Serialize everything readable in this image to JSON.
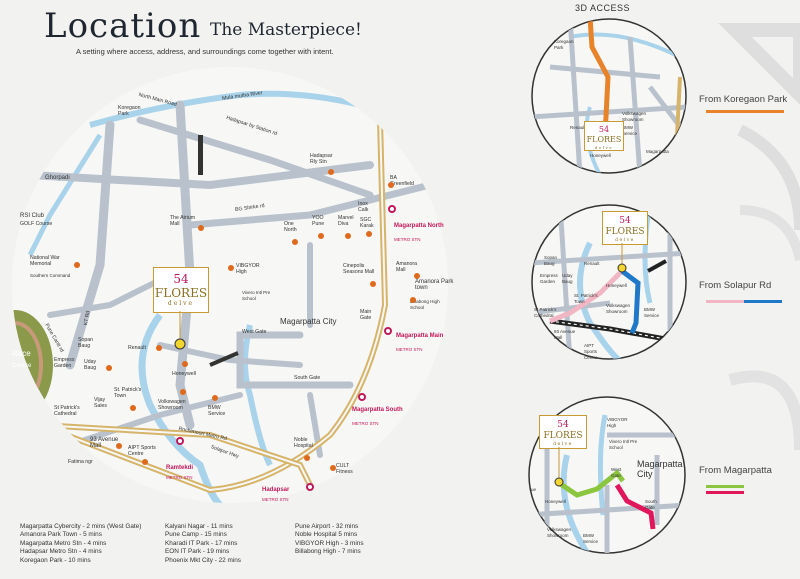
{
  "header": {
    "title": "Location",
    "subtitle": "The Masterpiece!",
    "tagline": "A setting where access, address, and surroundings come together with intent."
  },
  "project": {
    "number": "54",
    "name": "FLORES",
    "sub": "delve"
  },
  "map_labels": {
    "mula_mutha": "Mula mutha River",
    "koregaon": "Koregaon Park",
    "north_main": "North Main Road",
    "hadapsar_bypass": "Hadapsar by Station rd",
    "hadapsar_rly": "Hadapsar Rly Stn",
    "ghorpadi": "Ghorpadi",
    "ba_green": "BA Greenfield",
    "rsi": "RSI Club",
    "golf": "GOLF Course",
    "atrium": "The Atrium Mall",
    "bg_shirke": "BG Shirke rd",
    "one_north": "One North",
    "yoo_pune": "YOO Pune",
    "marvel": "Marvel Diva",
    "inox": "Inox Calk",
    "sgc": "SGC Karak",
    "mag_north": "Magarpatta North",
    "mag_north_sub": "METRO STN",
    "national_war": "National War Memorial",
    "southern_cmd": "Southern Command",
    "vibgyor": "VIBGYOR High",
    "vivero": "Vivero Intl Pre School",
    "magarpatta_city": "Magarpatta City",
    "west_gate": "West Gate",
    "main_gate": "Main Gate",
    "cinepolis": "Cinepolis Seasons Mall",
    "amanora_mall": "Amanora Mall",
    "amanora_pt": "Amanora Park town",
    "billabong": "Billabong High School",
    "mag_main": "Magarpatta Main",
    "mag_main_sub": "METRO STN",
    "race": "Race",
    "course": "Course",
    "sopan": "Sopan Baug",
    "empress": "Empress Garden",
    "uday": "Uday Baug",
    "renault": "Renault",
    "honeywell": "Honeywell",
    "st_patricks_town": "St. Patrick's Town",
    "volkswagen": "Volkswagen Showroom",
    "bmw": "BMW Service",
    "south_gate": "South Gate",
    "st_patricks_cath": "St Patrick's Cathedral",
    "vijay": "Vijay Sales",
    "avenue93": "93 Avenue Mall",
    "fatima": "Fatima ngr",
    "aipt": "AIPT Sports Centre",
    "ramtekdi": "Ramtekdi",
    "ramtekdi_sub": "METRO STN",
    "noble": "Noble Hospital",
    "mag_south": "Magarpatta South",
    "mag_south_sub": "METRO STN",
    "cult": "CULT Fitness",
    "hadapsar_metro": "Hadapsar",
    "hadapsar_metro_sub": "METRO STN",
    "solapur_hwy": "Solapur Hwy",
    "rtl": "Rnchimoort Metro Rd",
    "kt_rd": "KT Rd",
    "pune_cantt": "Pune Cantt rd"
  },
  "legend": {
    "col1": [
      "Magarpatta Cybercity - 2 mins (West Gate)",
      "Amanora Park Town - 5 mins",
      "Magarpatta Metro Stn - 4 mins",
      "Hadapsar Metro Stn - 4 mins",
      "Koregaon Park - 10 mins"
    ],
    "col2": [
      "Kalyani Nagar - 11 mins",
      "Pune Camp - 15 mins",
      "Kharadi IT Park - 17 mins",
      "EON IT Park - 19 mins",
      "Phoenix Mkt City - 22 mins"
    ],
    "col3": [
      "Pune Airport - 32 mins",
      "Noble Hospital 5 mins",
      "VIBGYOR High - 3 mins",
      "Billabong High - 7 mins"
    ]
  },
  "access": {
    "title": "3D ACCESS",
    "routes": [
      {
        "label": "From Koregaon Park",
        "color": "#e8832a"
      },
      {
        "label": "From Solapur Rd",
        "color": "#1f78c8"
      },
      {
        "label": "From Magarpatta",
        "color": "#8cc63f"
      }
    ],
    "inset1": {
      "koregaon": "Koregaon Park",
      "honeywell": "Honeywell",
      "bmw": "BMW Service",
      "renault": "Renault",
      "volkswagen": "Volkswagen Showroom",
      "magarpatta": "Magarpatta"
    },
    "inset2": {
      "sopan": "Sopan Baug",
      "empress": "Empress Garden",
      "uday": "Uday Baug",
      "renault": "Renault",
      "honeywell": "Honeywell",
      "stpat": "St. Patrick's Town",
      "volks": "Volkswagen Showroom",
      "bmw": "BMW Service",
      "cath": "St Patrick's Cathedral",
      "avenue": "93 Avenue Mall",
      "aipt": "AIPT Sports Centre"
    },
    "inset3": {
      "vibgyor": "VIBGYOR High",
      "vivero": "Vivero Intl Pre School",
      "magarpatta_city": "Magarpatta City",
      "west_gate": "West Gate",
      "south_gate": "South Gate",
      "honeywell": "Honeywell",
      "volks": "Volkswagen Showroom",
      "bmw": "BMW Service",
      "cathedral": "ue"
    }
  },
  "colors": {
    "road_gray": "#b9c2cc",
    "river": "#a9d3ea",
    "highway": "#d6b46a",
    "metro_pink": "#c2185b",
    "poi": "#e06a1c"
  }
}
